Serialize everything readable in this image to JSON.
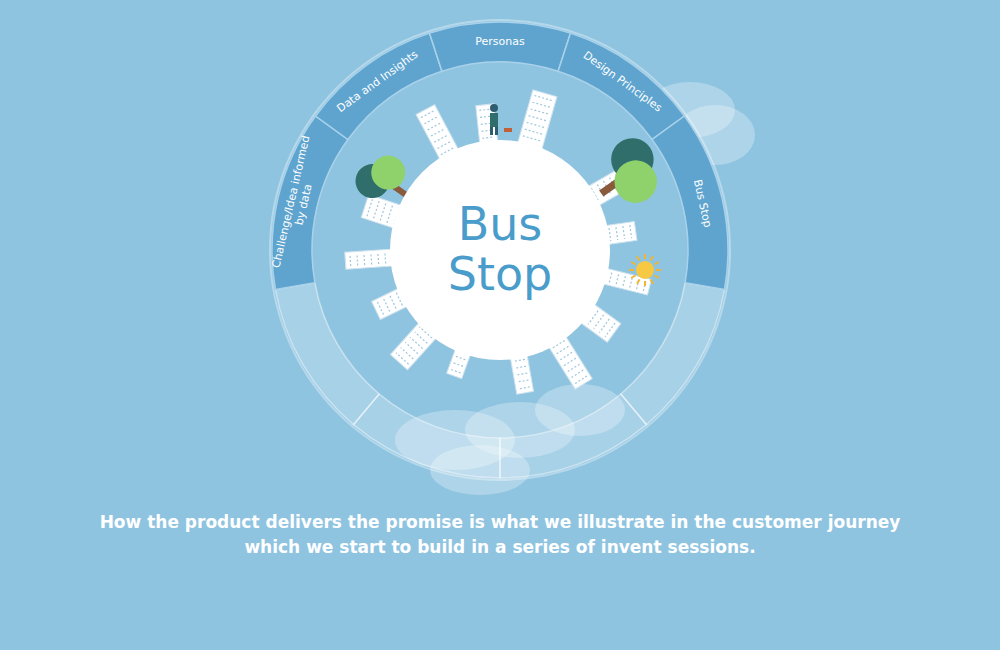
{
  "diagram": {
    "caption": "How the product delivers the promise is what we illustrate in the customer journey which we start to build in a series of invent sessions.",
    "nodes": [
      {
        "text": [
          "Challenge/Idea informed by data"
        ]
      },
      {
        "text": [
          "Data and Insights"
        ]
      },
      {
        "text": [
          "Personas"
        ]
      },
      {
        "text": [
          "Design Principles"
        ]
      },
      {
        "text": [
          "Bus Stop"
        ]
      },
      {
        "text": [
          "Bus Stop"
        ]
      }
    ]
  }
}
